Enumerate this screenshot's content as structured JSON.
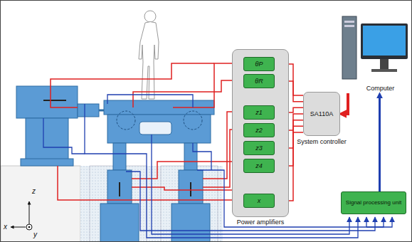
{
  "diagram": {
    "nodes": [
      {
        "text": [
          "Power amplifiers"
        ]
      },
      {
        "text": [
          "θP"
        ],
        "in": 0
      },
      {
        "text": [
          "θR"
        ],
        "in": 0
      },
      {
        "text": [
          "z1"
        ],
        "in": 0
      },
      {
        "text": [
          "z2"
        ],
        "in": 0
      },
      {
        "text": [
          "z3"
        ],
        "in": 0
      },
      {
        "text": [
          "z4"
        ],
        "in": 0
      },
      {
        "text": [
          "x"
        ],
        "in": 0
      },
      {
        "text": [
          "SA110A",
          "System controller"
        ]
      },
      {
        "text": [
          "Computer"
        ]
      },
      {
        "text": [
          "Signal processing unit"
        ]
      }
    ],
    "edges": [
      {
        "from": 8,
        "to": 1,
        "arrow": "to"
      },
      {
        "from": 8,
        "to": 2,
        "arrow": "to"
      },
      {
        "from": 8,
        "to": 3,
        "arrow": "to"
      },
      {
        "from": 8,
        "to": 4,
        "arrow": "to"
      },
      {
        "from": 8,
        "to": 5,
        "arrow": "to"
      },
      {
        "from": 8,
        "to": 6,
        "arrow": "to"
      },
      {
        "from": 8,
        "to": 7,
        "arrow": "to"
      },
      {
        "from": 9,
        "to": 8,
        "arrow": "to"
      },
      {
        "from": 10,
        "to": 9,
        "arrow": "to"
      }
    ],
    "labels": [
      "z",
      "x",
      "y"
    ]
  }
}
